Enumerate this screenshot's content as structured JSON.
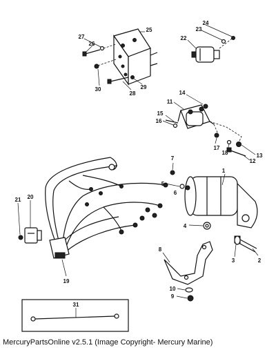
{
  "footer": "MercuryPartsOnline v2.5.1 (Image Copyright- Mercury Marine)",
  "callouts": [
    "1",
    "2",
    "3",
    "4",
    "5",
    "6",
    "7",
    "8",
    "9",
    "10",
    "11",
    "12",
    "13",
    "14",
    "15",
    "16",
    "17",
    "18",
    "19",
    "20",
    "21",
    "22",
    "23",
    "24",
    "25",
    "26",
    "27",
    "28",
    "29",
    "30",
    "31"
  ]
}
